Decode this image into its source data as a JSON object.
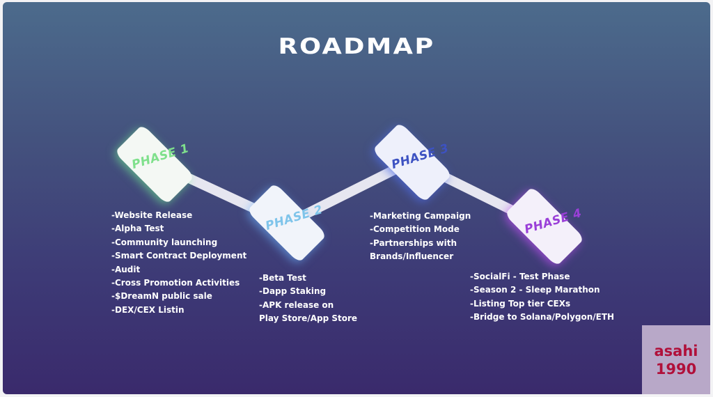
{
  "title": "ROADMAP",
  "phases": [
    {
      "label": "PHASE 1",
      "items": [
        "-Website Release",
        "-Alpha Test",
        "-Community launching",
        "-Smart Contract Deployment",
        "-Audit",
        "-Cross Promotion Activities",
        "-$DreamN public sale",
        "-DEX/CEX Listin"
      ]
    },
    {
      "label": "PHASE 2",
      "items": [
        "-Beta Test",
        "-Dapp Staking",
        "-APK release on",
        "Play Store/App Store"
      ]
    },
    {
      "label": "PHASE 3",
      "items": [
        "-Marketing Campaign",
        "-Competition Mode",
        "-Partnerships with",
        "Brands/Influencer"
      ]
    },
    {
      "label": "PHASE 4",
      "items": [
        "-SocialFi - Test Phase",
        "-Season 2 - Sleep Marathon",
        "-Listing Top tier CEXs",
        "-Bridge to Solana/Polygon/ETH"
      ]
    }
  ],
  "watermark": {
    "line1": "asahi",
    "line2": "1990"
  },
  "colors": {
    "phase1_glow": "#7fe08c",
    "phase2_glow": "#7fc4ea",
    "phase3_glow": "#3d52c2",
    "phase4_glow": "#9a3fd8",
    "watermark_text": "#b0103a"
  }
}
